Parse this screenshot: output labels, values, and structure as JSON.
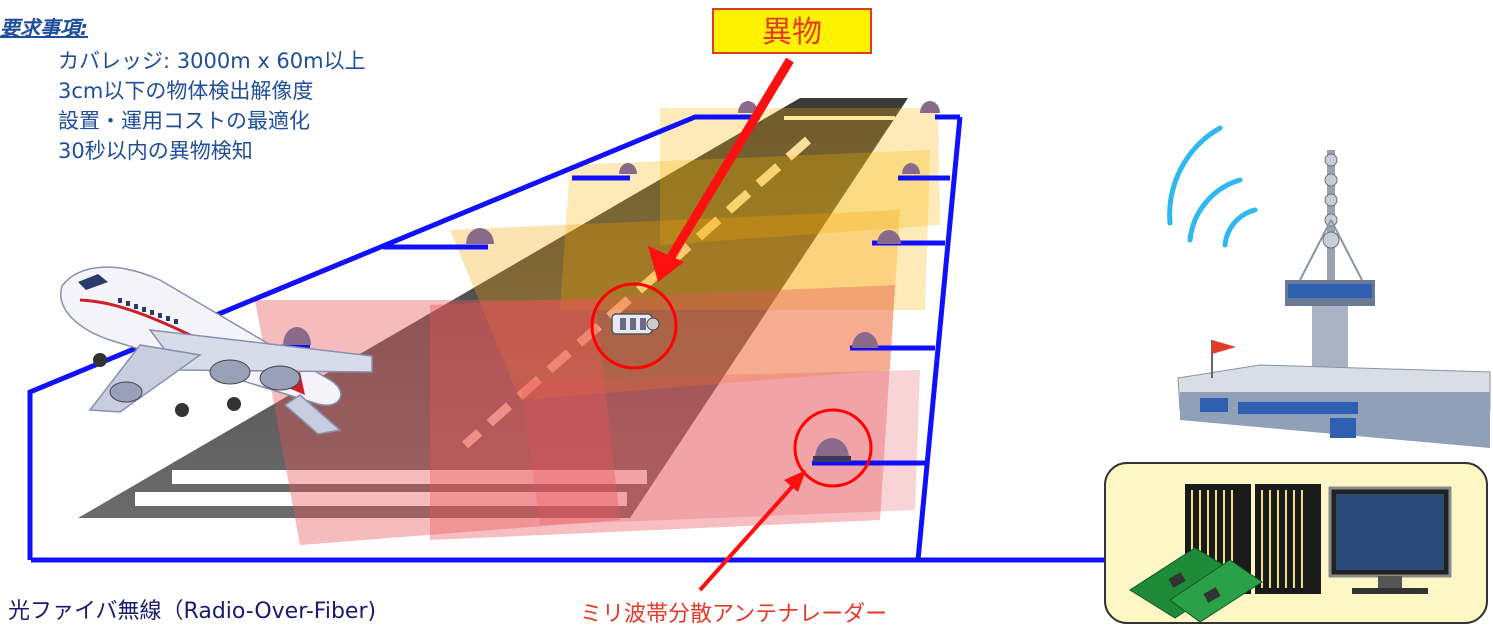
{
  "requirements": {
    "title": "要求事項:",
    "items": [
      "カバレッジ: 3000m x 60m以上",
      "3cm以下の物体検出解像度",
      "設置・運用コストの最適化",
      "30秒以内の異物検知"
    ]
  },
  "callout": {
    "label": "異物"
  },
  "labels": {
    "fiber": "光ファイバ無線（Radio-Over-Fiber)",
    "radar": "ミリ波帯分散アンテナレーダー"
  },
  "colors": {
    "fiber_line": "#1010ff",
    "accent_red": "#e53a2a",
    "text_blue": "#1f4e9b",
    "control_box": "#fcf7c4"
  },
  "icons": [
    "airplane-icon",
    "control-tower-icon",
    "radar-unit-icon",
    "foreign-object-icon",
    "wireless-signal-icon",
    "server-rack-icon",
    "monitor-icon",
    "circuit-board-icon"
  ]
}
